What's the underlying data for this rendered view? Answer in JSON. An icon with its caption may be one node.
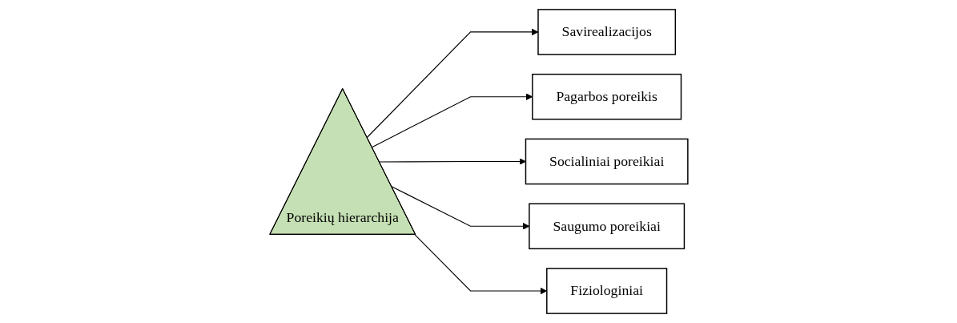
{
  "diagram": {
    "nodes": [
      {
        "text": [
          "Poreikių hierarchija"
        ]
      },
      {
        "text": [
          "Savirealizacijos"
        ]
      },
      {
        "text": [
          "Pagarbos poreikis"
        ]
      },
      {
        "text": [
          "Socialiniai poreikiai"
        ]
      },
      {
        "text": [
          "Saugumo poreikiai"
        ]
      },
      {
        "text": [
          "Fiziologiniai"
        ]
      }
    ],
    "edges": [
      {
        "from": 0,
        "to": 1,
        "arrow": "to"
      },
      {
        "from": 0,
        "to": 2,
        "arrow": "to"
      },
      {
        "from": 0,
        "to": 3,
        "arrow": "to"
      },
      {
        "from": 0,
        "to": 4,
        "arrow": "to"
      },
      {
        "from": 0,
        "to": 5,
        "arrow": "to"
      }
    ]
  }
}
